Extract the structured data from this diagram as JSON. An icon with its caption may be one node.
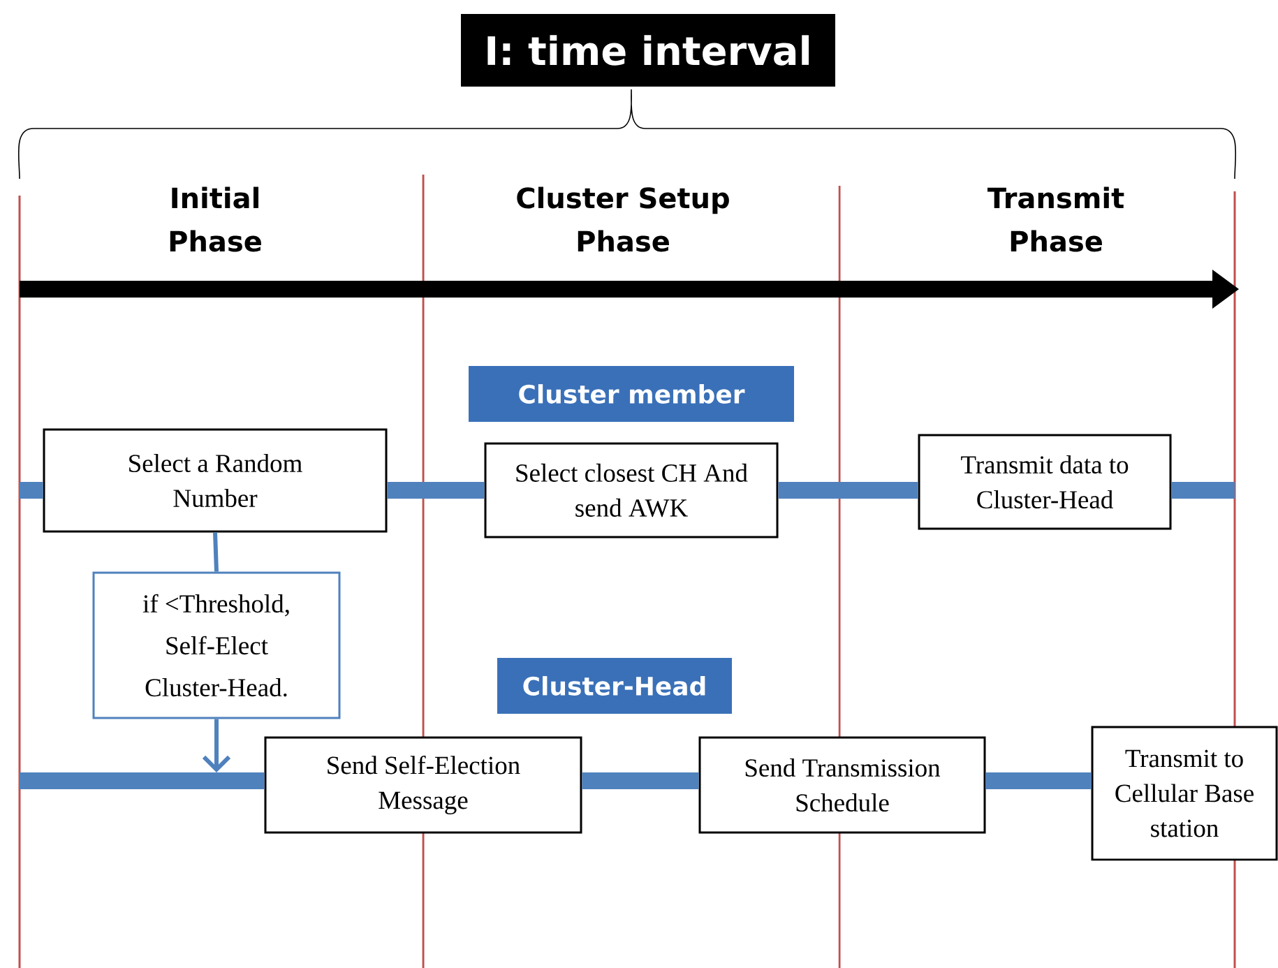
{
  "diagram": {
    "nodes": [
      {
        "text": [
          "I: time interval"
        ]
      },
      {
        "text": [
          "Cluster member"
        ]
      },
      {
        "text": [
          "Select a Random Number"
        ]
      },
      {
        "text": [
          "Select closest CH And send AWK"
        ]
      },
      {
        "text": [
          "Transmit data to Cluster-Head"
        ]
      },
      {
        "text": [
          "if <Threshold, Self-Elect Cluster-Head."
        ]
      },
      {
        "text": [
          "Cluster-Head"
        ]
      },
      {
        "text": [
          "Send Self-Election Message"
        ]
      },
      {
        "text": [
          "Send Transmission Schedule"
        ]
      },
      {
        "text": [
          "Transmit to Cellular Base station"
        ]
      }
    ],
    "edges": [
      {
        "from": null,
        "to": 2,
        "arrow": "none"
      },
      {
        "from": 2,
        "to": 3,
        "arrow": "none"
      },
      {
        "from": 3,
        "to": 4,
        "arrow": "none"
      },
      {
        "from": 4,
        "to": null,
        "arrow": "none"
      },
      {
        "from": 2,
        "to": 5,
        "arrow": "none"
      },
      {
        "from": 5,
        "to": null,
        "arrow": "to"
      },
      {
        "from": null,
        "to": 7,
        "arrow": "none"
      },
      {
        "from": 7,
        "to": 8,
        "arrow": "none"
      },
      {
        "from": 8,
        "to": 9,
        "arrow": "none"
      }
    ],
    "labels": [
      "Initial Phase",
      "Cluster Setup Phase",
      "Transmit Phase"
    ]
  }
}
